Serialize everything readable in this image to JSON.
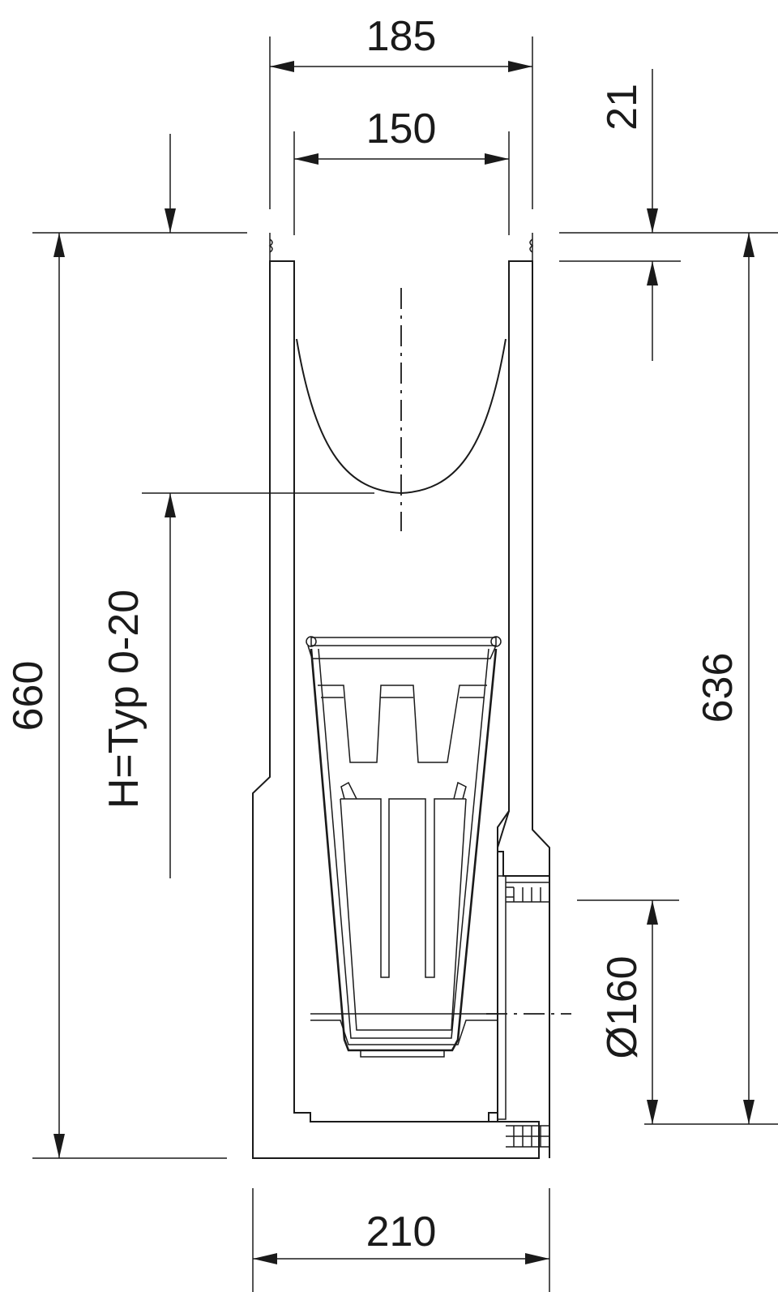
{
  "diagram": {
    "dimensions": {
      "top_outer_width": "185",
      "top_inner_width": "150",
      "top_rim": "21",
      "overall_height": "660",
      "height_type": "H=Typ 0-20",
      "inner_height": "636",
      "pipe_diameter": "Ø160",
      "bottom_width": "210"
    }
  }
}
